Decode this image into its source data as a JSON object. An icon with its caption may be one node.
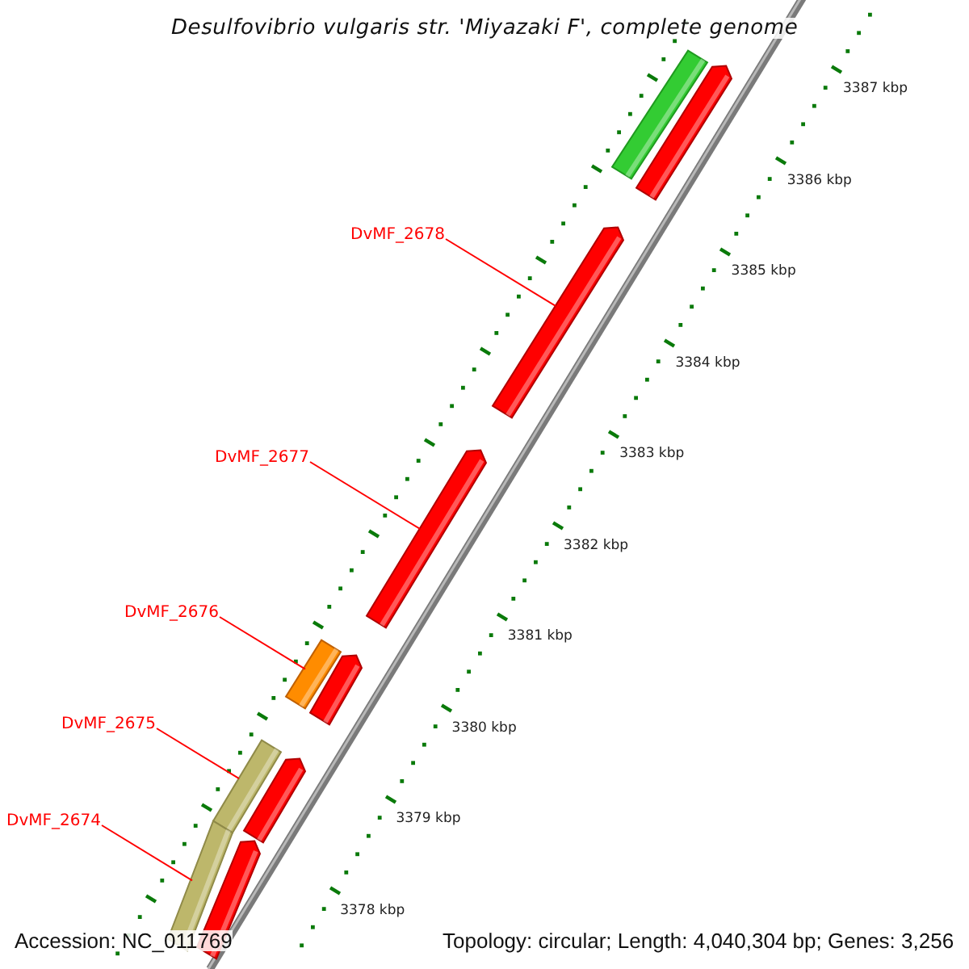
{
  "diagram": {
    "title": "Desulfovibrio vulgaris str. 'Miyazaki F', complete genome",
    "nodes": [
      {
        "text": [],
        "shape": "bar"
      },
      {
        "text": [],
        "shape": "bar"
      },
      {
        "text": [
          "DvMF_2678"
        ]
      },
      {
        "text": [],
        "shape": "bar"
      },
      {
        "text": [
          "DvMF_2677"
        ]
      },
      {
        "text": [],
        "shape": "bar"
      },
      {
        "text": [
          "DvMF_2676"
        ]
      },
      {
        "text": [],
        "shape": "bar"
      },
      {
        "text": [],
        "shape": "bar"
      },
      {
        "text": [
          "DvMF_2675"
        ]
      },
      {
        "text": [],
        "shape": "bar"
      },
      {
        "text": [],
        "shape": "bar"
      },
      {
        "text": [
          "DvMF_2674"
        ]
      },
      {
        "text": [],
        "shape": "bar"
      },
      {
        "text": [],
        "shape": "bar"
      }
    ],
    "edges": [
      {
        "from": 2,
        "to": 3,
        "arrow": "none"
      },
      {
        "from": 4,
        "to": 5,
        "arrow": "none"
      },
      {
        "from": 6,
        "to": 7,
        "arrow": "none"
      },
      {
        "from": 9,
        "to": 10,
        "arrow": "none"
      },
      {
        "from": 12,
        "to": 13,
        "arrow": "none"
      }
    ],
    "labels": [
      "3387 kbp",
      "3386 kbp",
      "3385 kbp",
      "3384 kbp",
      "3383 kbp",
      "3382 kbp",
      "3381 kbp",
      "3380 kbp",
      "3379 kbp",
      "3378 kbp",
      "Accession: NC_011769",
      "Topology: circular; Length: 4,040,304 bp; Genes: 3,256"
    ]
  }
}
